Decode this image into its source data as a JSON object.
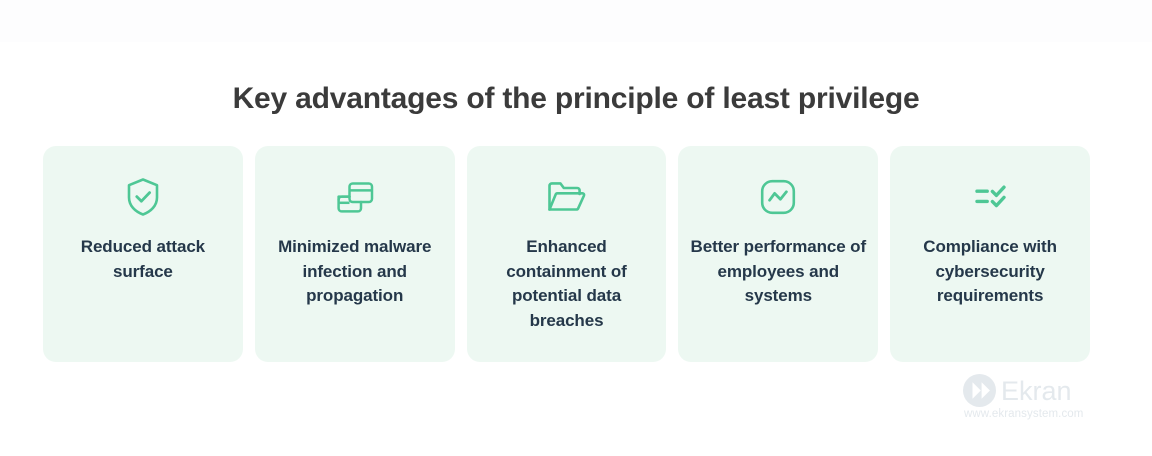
{
  "title": "Key advantages of the principle of least privilege",
  "colors": {
    "accent_green": "#4ec795",
    "card_background": "#edf8f2",
    "text_dark": "#25384a",
    "title_color": "#3b3b3b",
    "watermark": "#e4e9ed",
    "page_background": "#ffffff"
  },
  "cards": [
    {
      "icon": "shield-check-icon",
      "label": "Reduced attack surface"
    },
    {
      "icon": "windows-stack-icon",
      "label": "Minimized malware infection and propagation"
    },
    {
      "icon": "open-folder-icon",
      "label": "Enhanced containment of potential data breaches"
    },
    {
      "icon": "performance-chart-icon",
      "label": "Better performance of employees and systems"
    },
    {
      "icon": "checklist-icon",
      "label": "Compliance with cybersecurity requirements"
    }
  ],
  "watermark": {
    "logo_icon": "ekran-chevron-logo",
    "name": "Ekran",
    "url": "www.ekransystem.com"
  }
}
